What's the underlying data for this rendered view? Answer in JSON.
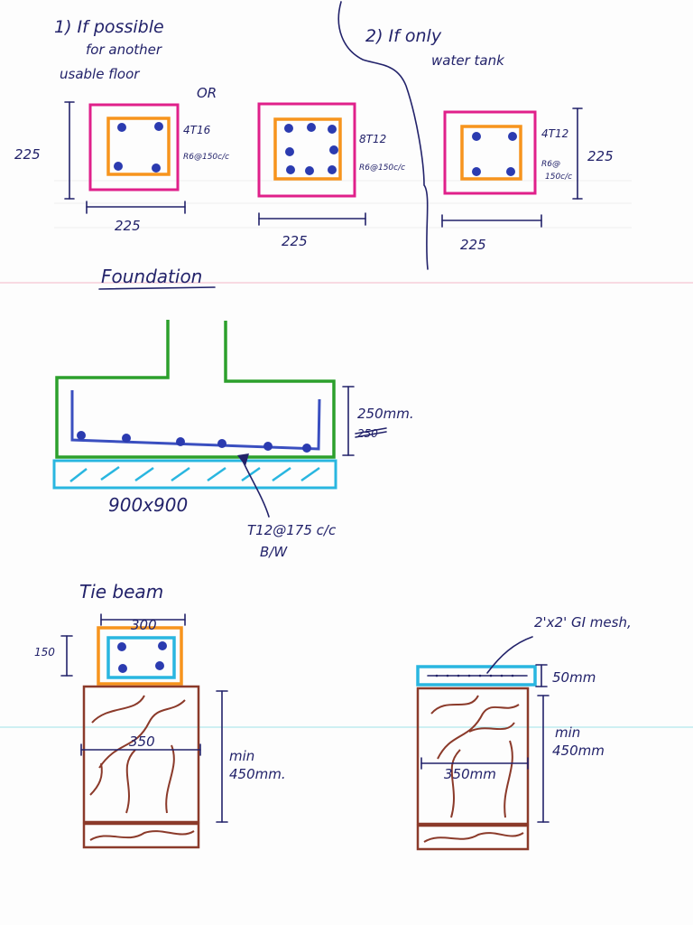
{
  "notes": {
    "option1": [
      "1) If possible",
      "for another",
      "usable floor"
    ],
    "or": "OR",
    "option2": [
      "2) If only",
      "water tank"
    ]
  },
  "columns": [
    {
      "size_v": "225",
      "size_h": "225",
      "main": "4T16",
      "links": "R6@150c/c"
    },
    {
      "size_h": "225",
      "main": "8T12",
      "links": "R6@150c/c"
    },
    {
      "size_v": "225",
      "size_h": "225",
      "main": "4T12",
      "links": [
        "R6@",
        "150c/c"
      ]
    }
  ],
  "foundation": {
    "title": "Foundation",
    "depth": "250mm.",
    "depth_struck": "250",
    "size": "900x900",
    "reinforcement": [
      "T12@175 c/c",
      "B/W"
    ]
  },
  "tie_beam": {
    "title": "Tie beam",
    "width": "300",
    "height": "150",
    "wall_width": "350",
    "depth": [
      "min",
      "450mm."
    ]
  },
  "slab_detail": {
    "mesh": "2'x2' GI mesh,",
    "thickness": "50mm",
    "wall_width": "350mm",
    "depth": [
      "min",
      "450mm"
    ]
  },
  "colors": {
    "ink": "#22226a",
    "column_outer": "#e0208a",
    "column_inner": "#f7941d",
    "foundation_outline": "#2ca02c",
    "rebar": "#3a4fc0",
    "blinding": "#29b6e0",
    "masonry": "#8b3a2a"
  }
}
